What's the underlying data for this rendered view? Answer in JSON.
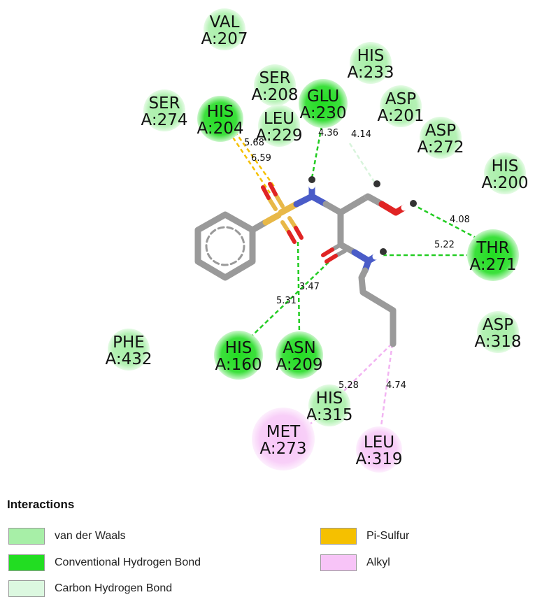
{
  "colors": {
    "vdw": "#a7efa7",
    "hbond": "#22dd22",
    "chbond": "#dcf8e0",
    "alkyl": "#f7c4f7",
    "pisulfur": "#f5c000",
    "carbon": "#9a9a9a",
    "oxygen": "#e02424",
    "nitrogen": "#4a5cc8",
    "sulfur": "#e8b848"
  },
  "residues": [
    {
      "name": "VAL",
      "id": "A:207",
      "type": "vdw"
    },
    {
      "name": "SER",
      "id": "A:208",
      "type": "vdw"
    },
    {
      "name": "HIS",
      "id": "A:233",
      "type": "vdw"
    },
    {
      "name": "SER",
      "id": "A:274",
      "type": "vdw"
    },
    {
      "name": "HIS",
      "id": "A:204",
      "type": "hbond"
    },
    {
      "name": "LEU",
      "id": "A:229",
      "type": "vdw"
    },
    {
      "name": "GLU",
      "id": "A:230",
      "type": "hbond"
    },
    {
      "name": "ASP",
      "id": "A:201",
      "type": "vdw"
    },
    {
      "name": "ASP",
      "id": "A:272",
      "type": "vdw"
    },
    {
      "name": "HIS",
      "id": "A:200",
      "type": "vdw"
    },
    {
      "name": "THR",
      "id": "A:271",
      "type": "hbond"
    },
    {
      "name": "ASP",
      "id": "A:318",
      "type": "vdw"
    },
    {
      "name": "PHE",
      "id": "A:432",
      "type": "vdw"
    },
    {
      "name": "HIS",
      "id": "A:160",
      "type": "hbond"
    },
    {
      "name": "ASN",
      "id": "A:209",
      "type": "hbond"
    },
    {
      "name": "HIS",
      "id": "A:315",
      "type": "vdw"
    },
    {
      "name": "MET",
      "id": "A:273",
      "type": "alkyl"
    },
    {
      "name": "LEU",
      "id": "A:319",
      "type": "alkyl"
    }
  ],
  "interactions": [
    {
      "label": "5.68",
      "type": "pisulfur"
    },
    {
      "label": "6.59",
      "type": "pisulfur"
    },
    {
      "label": "4.36",
      "type": "hbond"
    },
    {
      "label": "4.14",
      "type": "chbond"
    },
    {
      "label": "4.08",
      "type": "hbond"
    },
    {
      "label": "5.22",
      "type": "hbond"
    },
    {
      "label": "3.47",
      "type": "hbond"
    },
    {
      "label": "5.31",
      "type": "hbond"
    },
    {
      "label": "5.28",
      "type": "alkyl"
    },
    {
      "label": "4.74",
      "type": "alkyl"
    }
  ],
  "legend": {
    "title": "Interactions",
    "items": [
      {
        "label": "van der Waals",
        "type": "vdw"
      },
      {
        "label": "Conventional Hydrogen Bond",
        "type": "hbond"
      },
      {
        "label": "Carbon Hydrogen Bond",
        "type": "chbond"
      },
      {
        "label": "Pi-Sulfur",
        "type": "pisulfur"
      },
      {
        "label": "Alkyl",
        "type": "alkyl"
      }
    ]
  }
}
